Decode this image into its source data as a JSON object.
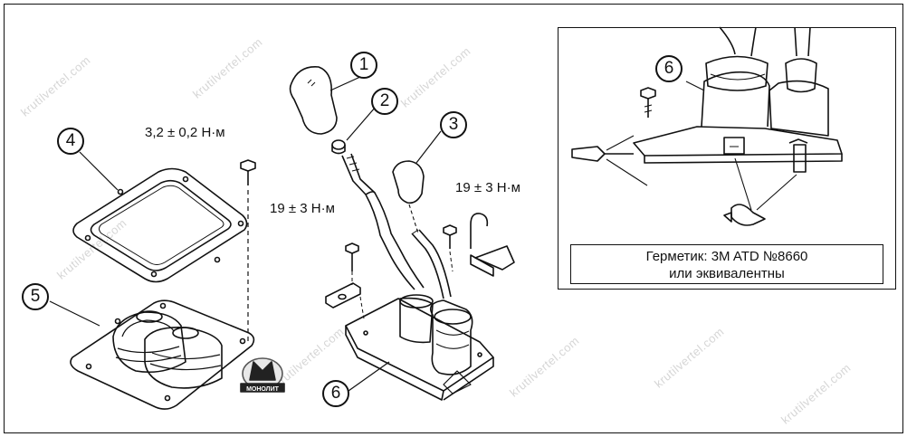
{
  "callouts": {
    "c1": "1",
    "c2": "2",
    "c3": "3",
    "c4": "4",
    "c5": "5",
    "c6_main": "6",
    "c6_inset": "6"
  },
  "torques": {
    "boot_frame_bolt": "3,2 ± 0,2 Н·м",
    "bracket_bolt_left": "19 ± 3 Н·м",
    "bracket_bolt_right": "19 ± 3 Н·м"
  },
  "inset": {
    "sealant_line1": "Герметик: 3M ATD №8660",
    "sealant_line2": "или эквивалентны"
  },
  "watermark": "krutilvertel.com",
  "logo": "МОНОЛИТ"
}
